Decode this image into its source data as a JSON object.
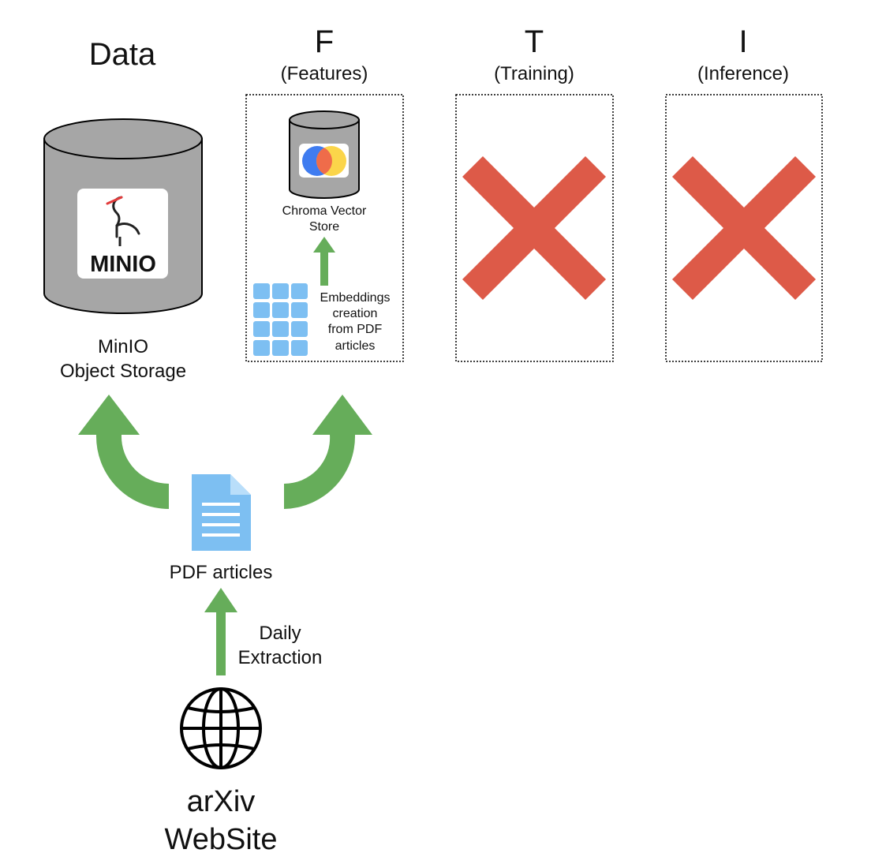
{
  "columns": {
    "data": {
      "title": "Data"
    },
    "features": {
      "letter": "F",
      "subtitle": "(Features)"
    },
    "training": {
      "letter": "T",
      "subtitle": "(Training)"
    },
    "inference": {
      "letter": "I",
      "subtitle": "(Inference)"
    }
  },
  "minio": {
    "logo_text": "MINIO",
    "label_line1": "MinIO",
    "label_line2": "Object Storage"
  },
  "chroma": {
    "label_line1": "Chroma Vector",
    "label_line2": "Store"
  },
  "embeddings": {
    "line1": "Embeddings",
    "line2": "creation",
    "line3": "from PDF",
    "line4": "articles"
  },
  "pdf": {
    "label": "PDF articles"
  },
  "extraction": {
    "line1": "Daily",
    "line2": "Extraction"
  },
  "source": {
    "line1": "arXiv",
    "line2": "WebSite"
  },
  "colors": {
    "arrow_green": "#66ad5a",
    "cross_red": "#dd5a48",
    "cylinder_gray": "#a6a6a6",
    "doc_blue": "#7dbff2",
    "grid_blue": "#7dbff2"
  },
  "icons": [
    "minio-logo",
    "chroma-logo",
    "document-icon",
    "globe-icon",
    "cross-icon"
  ]
}
